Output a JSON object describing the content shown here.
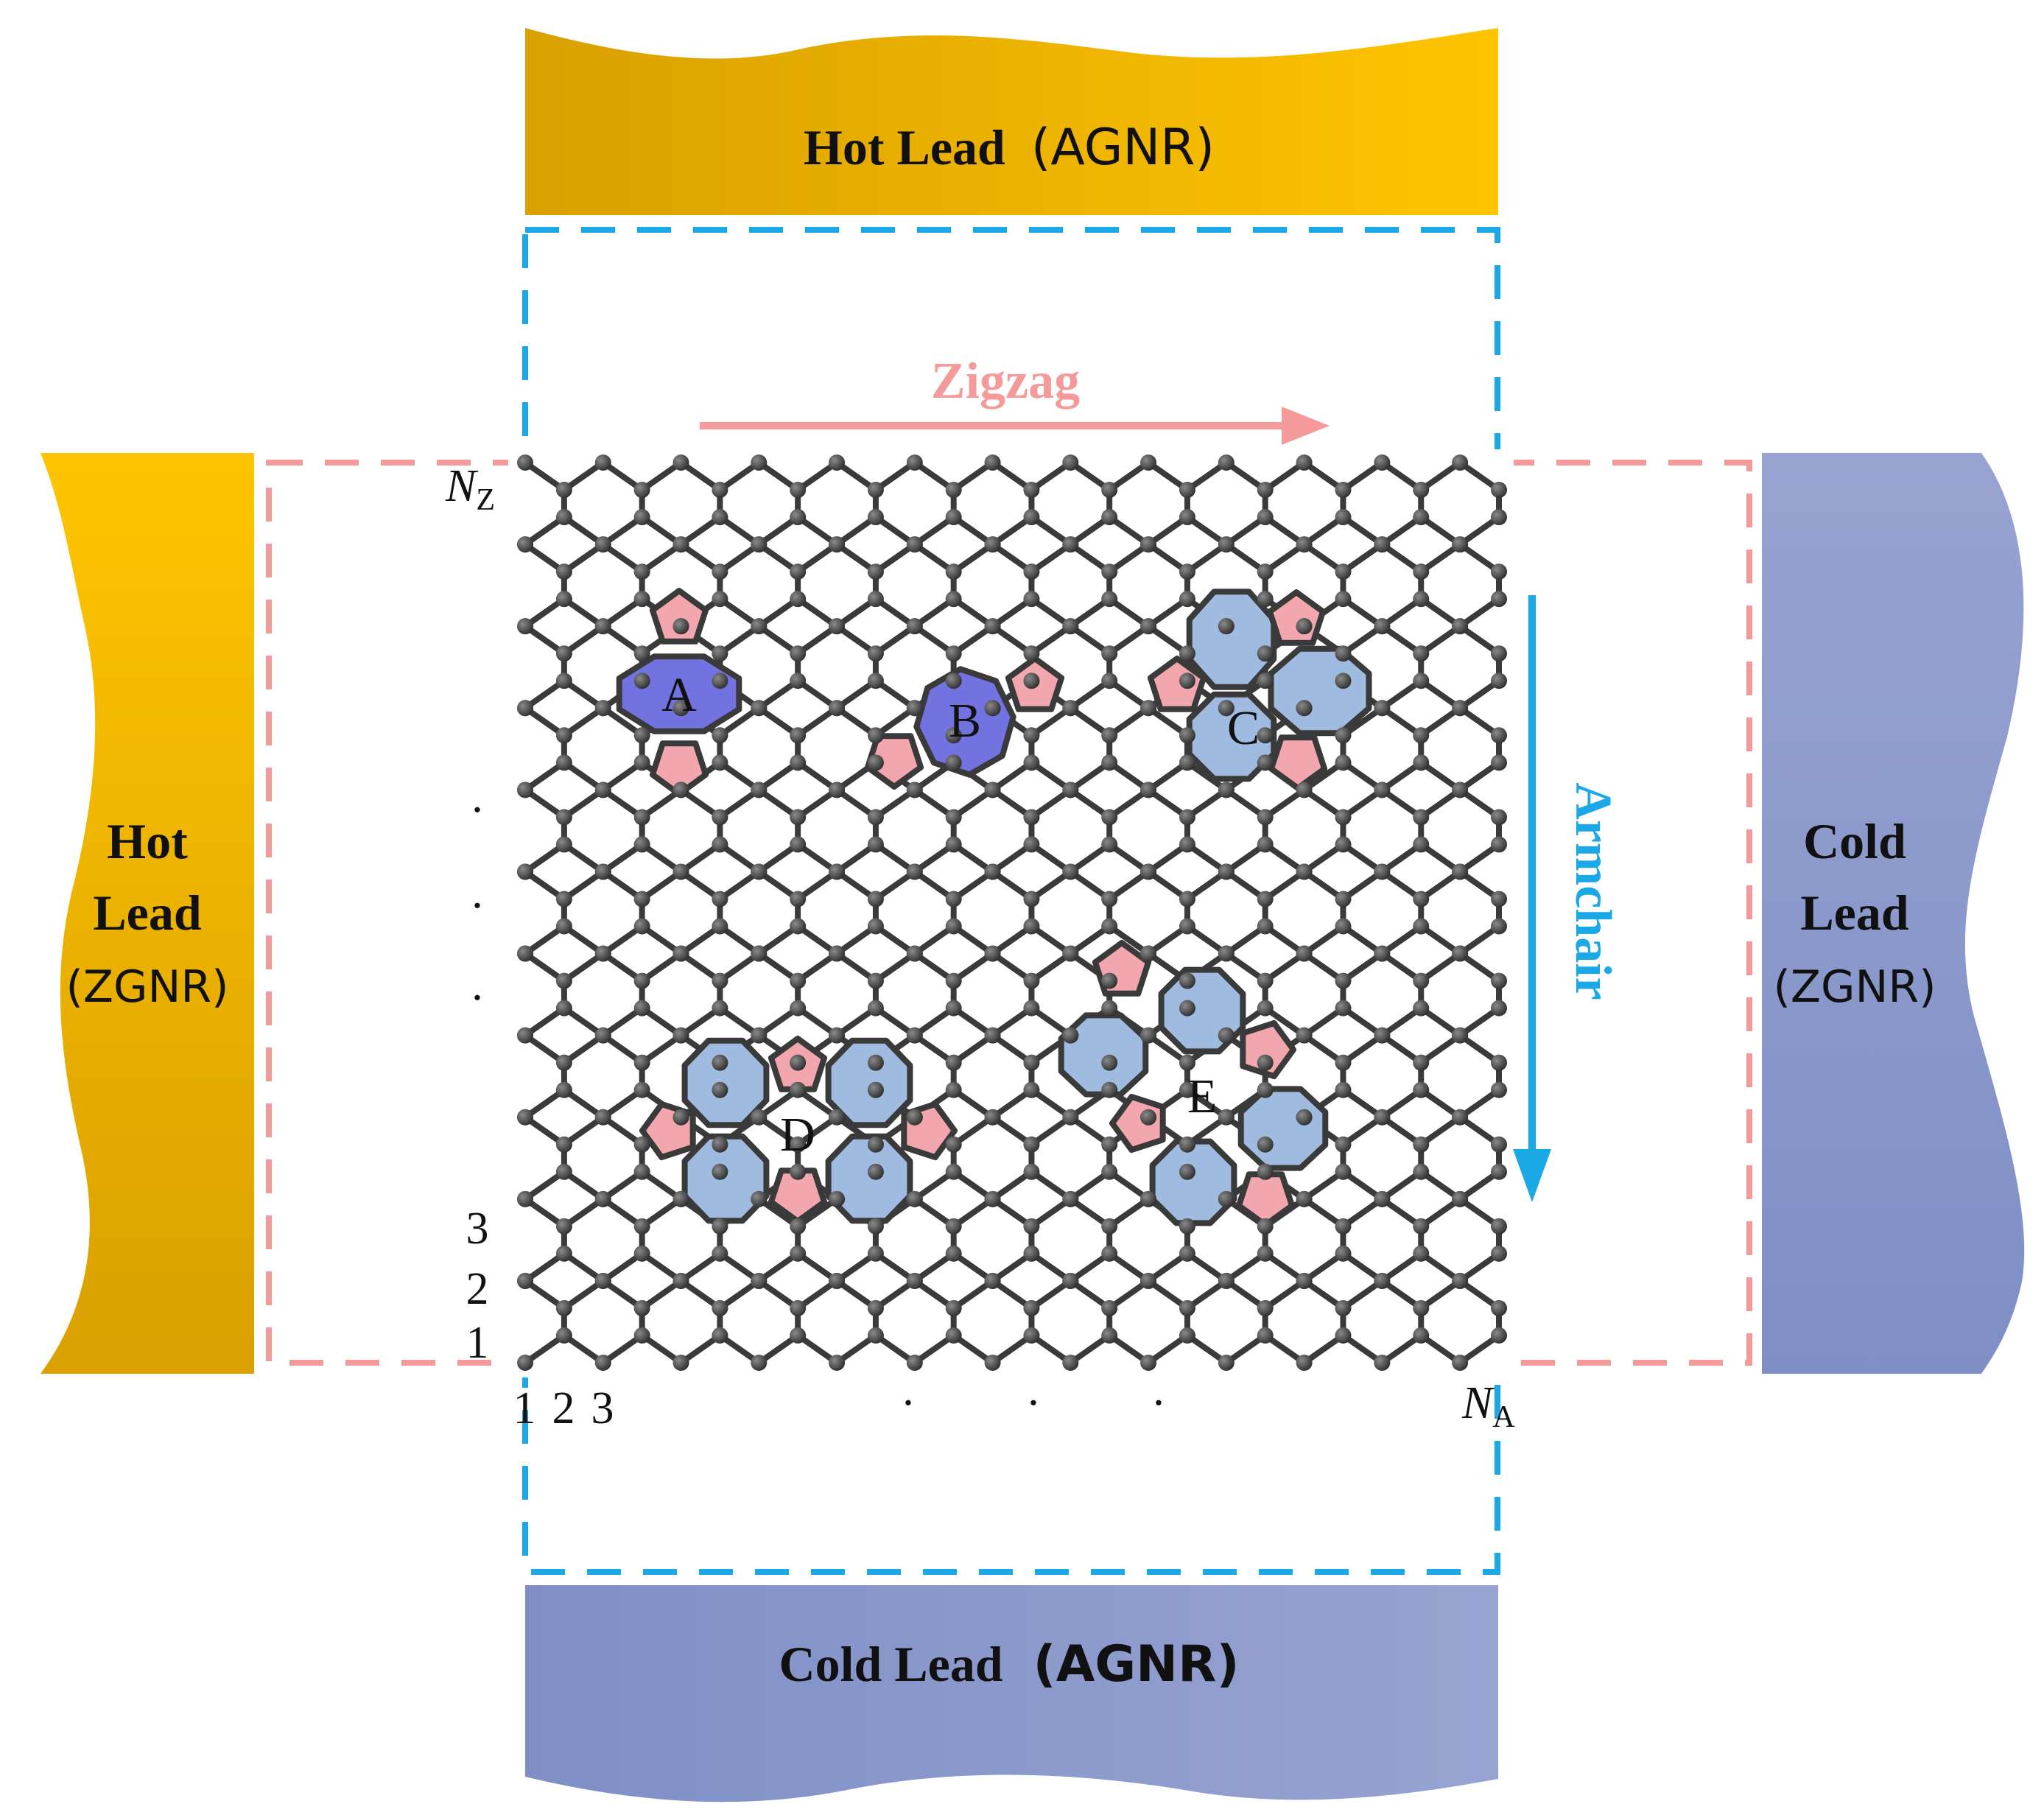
{
  "leads": {
    "top": {
      "name": "Hot Lead",
      "type": "(AGNR)"
    },
    "bottom": {
      "name": "Cold Lead",
      "type": "(AGNR)"
    },
    "left": {
      "line1": "Hot",
      "line2": "Lead",
      "type": "(ZGNR)"
    },
    "right": {
      "line1": "Cold",
      "line2": "Lead",
      "type": "(ZGNR)"
    }
  },
  "directions": {
    "zigzag": "Zigzag",
    "armchair": "Armchair"
  },
  "row_axis": {
    "top_label": "N",
    "top_sub": "Z",
    "labels": [
      "3",
      "2",
      "1"
    ],
    "ellipsis": [
      "·",
      "·",
      "·"
    ]
  },
  "col_axis": {
    "labels": [
      "1",
      "2",
      "3"
    ],
    "end_label": "N",
    "end_sub": "A",
    "ellipsis": [
      "·",
      "·",
      "·"
    ]
  },
  "defects": [
    "A",
    "B",
    "C",
    "D",
    "E"
  ],
  "colors": {
    "hot_lead": "#F2B400",
    "cold_lead": "#8A98CC",
    "zigzag": "#F59A9A",
    "armchair": "#1BA8E6",
    "octagon_dark": "#7272E0",
    "octagon_light": "#A0BBE0",
    "pentagon": "#F2A7AE",
    "bond": "#3A3A3A",
    "atom": "#4A4A4A"
  }
}
